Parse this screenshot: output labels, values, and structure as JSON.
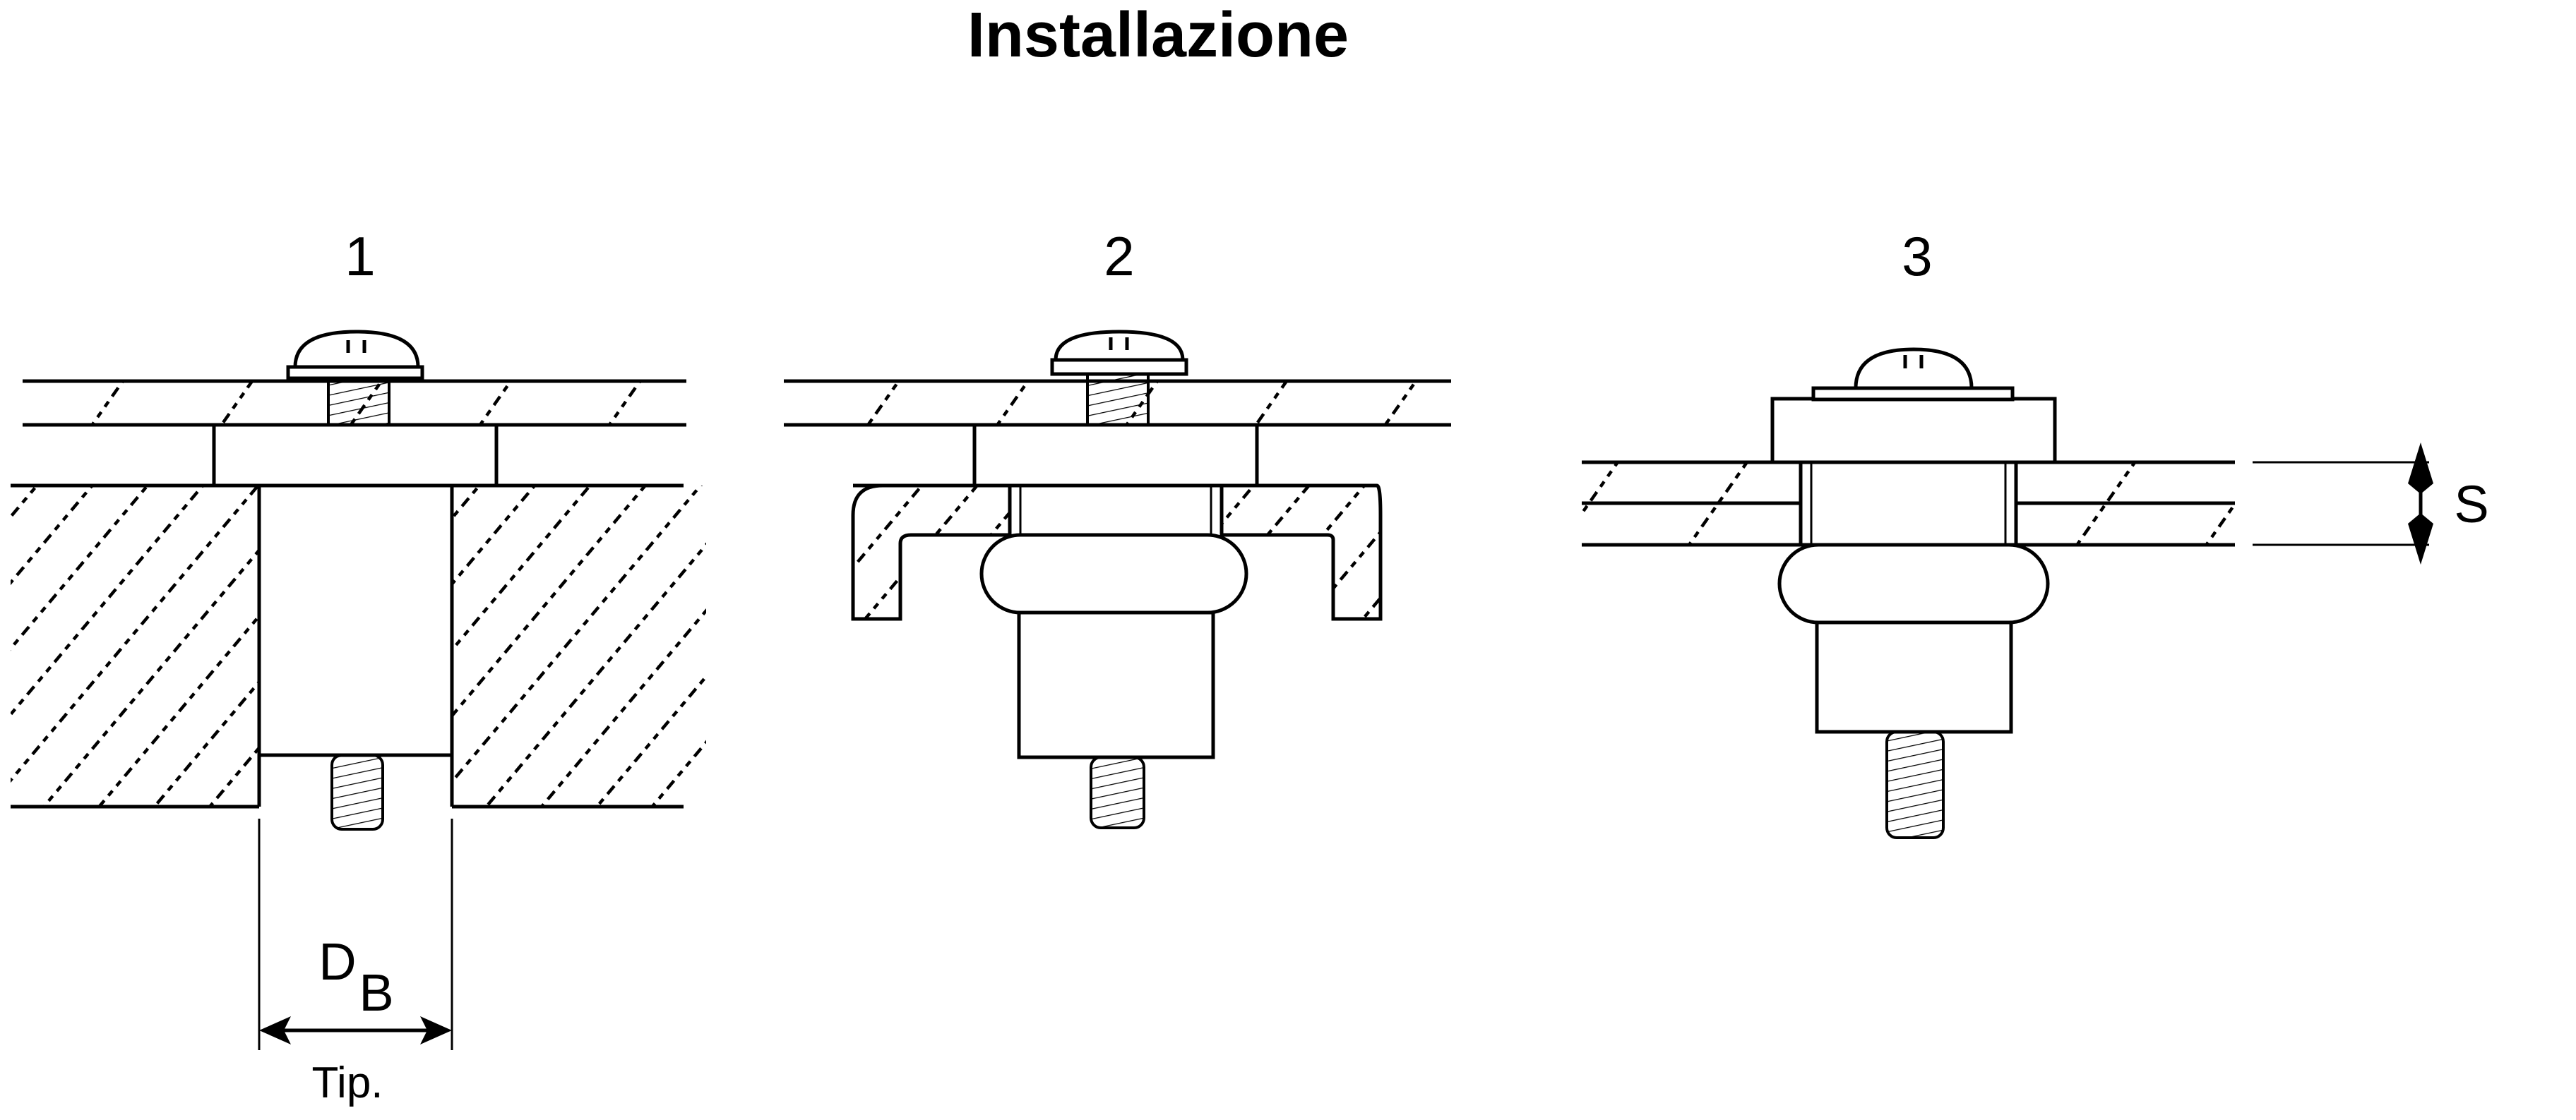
{
  "title": "Installazione",
  "steps": [
    {
      "label": "1"
    },
    {
      "label": "2"
    },
    {
      "label": "3"
    }
  ],
  "dimensions": {
    "diameter_main": "D",
    "diameter_sub": "B",
    "typical": "Tip.",
    "thickness": "S"
  }
}
